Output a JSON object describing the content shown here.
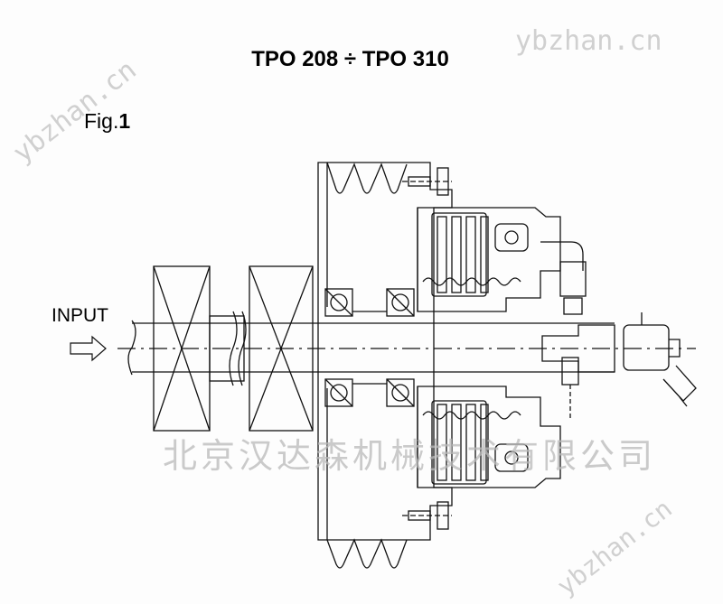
{
  "title": "TPO 208 ÷ TPO 310",
  "figure": {
    "prefix": "Fig.",
    "number": "1"
  },
  "input_label": "INPUT",
  "watermarks": {
    "company": "北京汉达森机械技术有限公司",
    "url_top_left": "ybzhan.cn",
    "url_top_right": "ybzhan.cn",
    "url_bottom_right": "ybzhan.cn"
  }
}
